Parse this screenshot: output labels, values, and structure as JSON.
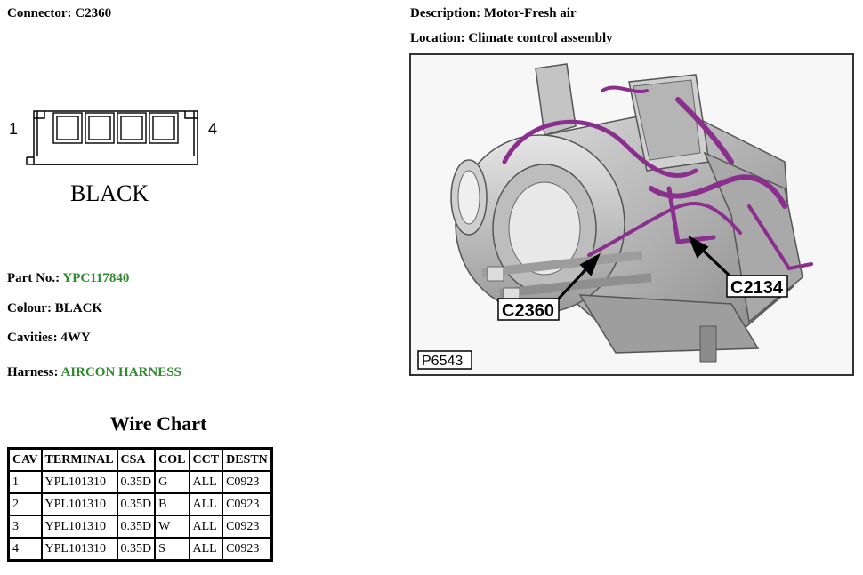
{
  "header": {
    "connector_label": "Connector:",
    "connector_value": "C2360",
    "description_label": "Description:",
    "description_value": "Motor-Fresh air",
    "location_label": "Location:",
    "location_value": "Climate control assembly"
  },
  "connector_diagram": {
    "pin_left": "1",
    "pin_right": "4",
    "color_text": "BLACK"
  },
  "details": {
    "part_label": "Part No.:",
    "part_value": "YPC117840",
    "colour_label": "Colour:",
    "colour_value": "BLACK",
    "cavities_label": "Cavities:",
    "cavities_value": "4WY",
    "harness_label": "Harness:",
    "harness_value": "AIRCON HARNESS"
  },
  "photo": {
    "callout_1": "C2360",
    "callout_2": "C2134",
    "image_id": "P6543",
    "harness_color": "#8b2f8f"
  },
  "wire_chart": {
    "title": "Wire Chart",
    "headers": [
      "CAV",
      "TERMINAL",
      "CSA",
      "COL",
      "CCT",
      "DESTN"
    ],
    "rows": [
      [
        "1",
        "YPL101310",
        "0.35D",
        "G",
        "ALL",
        "C0923"
      ],
      [
        "2",
        "YPL101310",
        "0.35D",
        "B",
        "ALL",
        "C0923"
      ],
      [
        "3",
        "YPL101310",
        "0.35D",
        "W",
        "ALL",
        "C0923"
      ],
      [
        "4",
        "YPL101310",
        "0.35D",
        "S",
        "ALL",
        "C0923"
      ]
    ]
  }
}
